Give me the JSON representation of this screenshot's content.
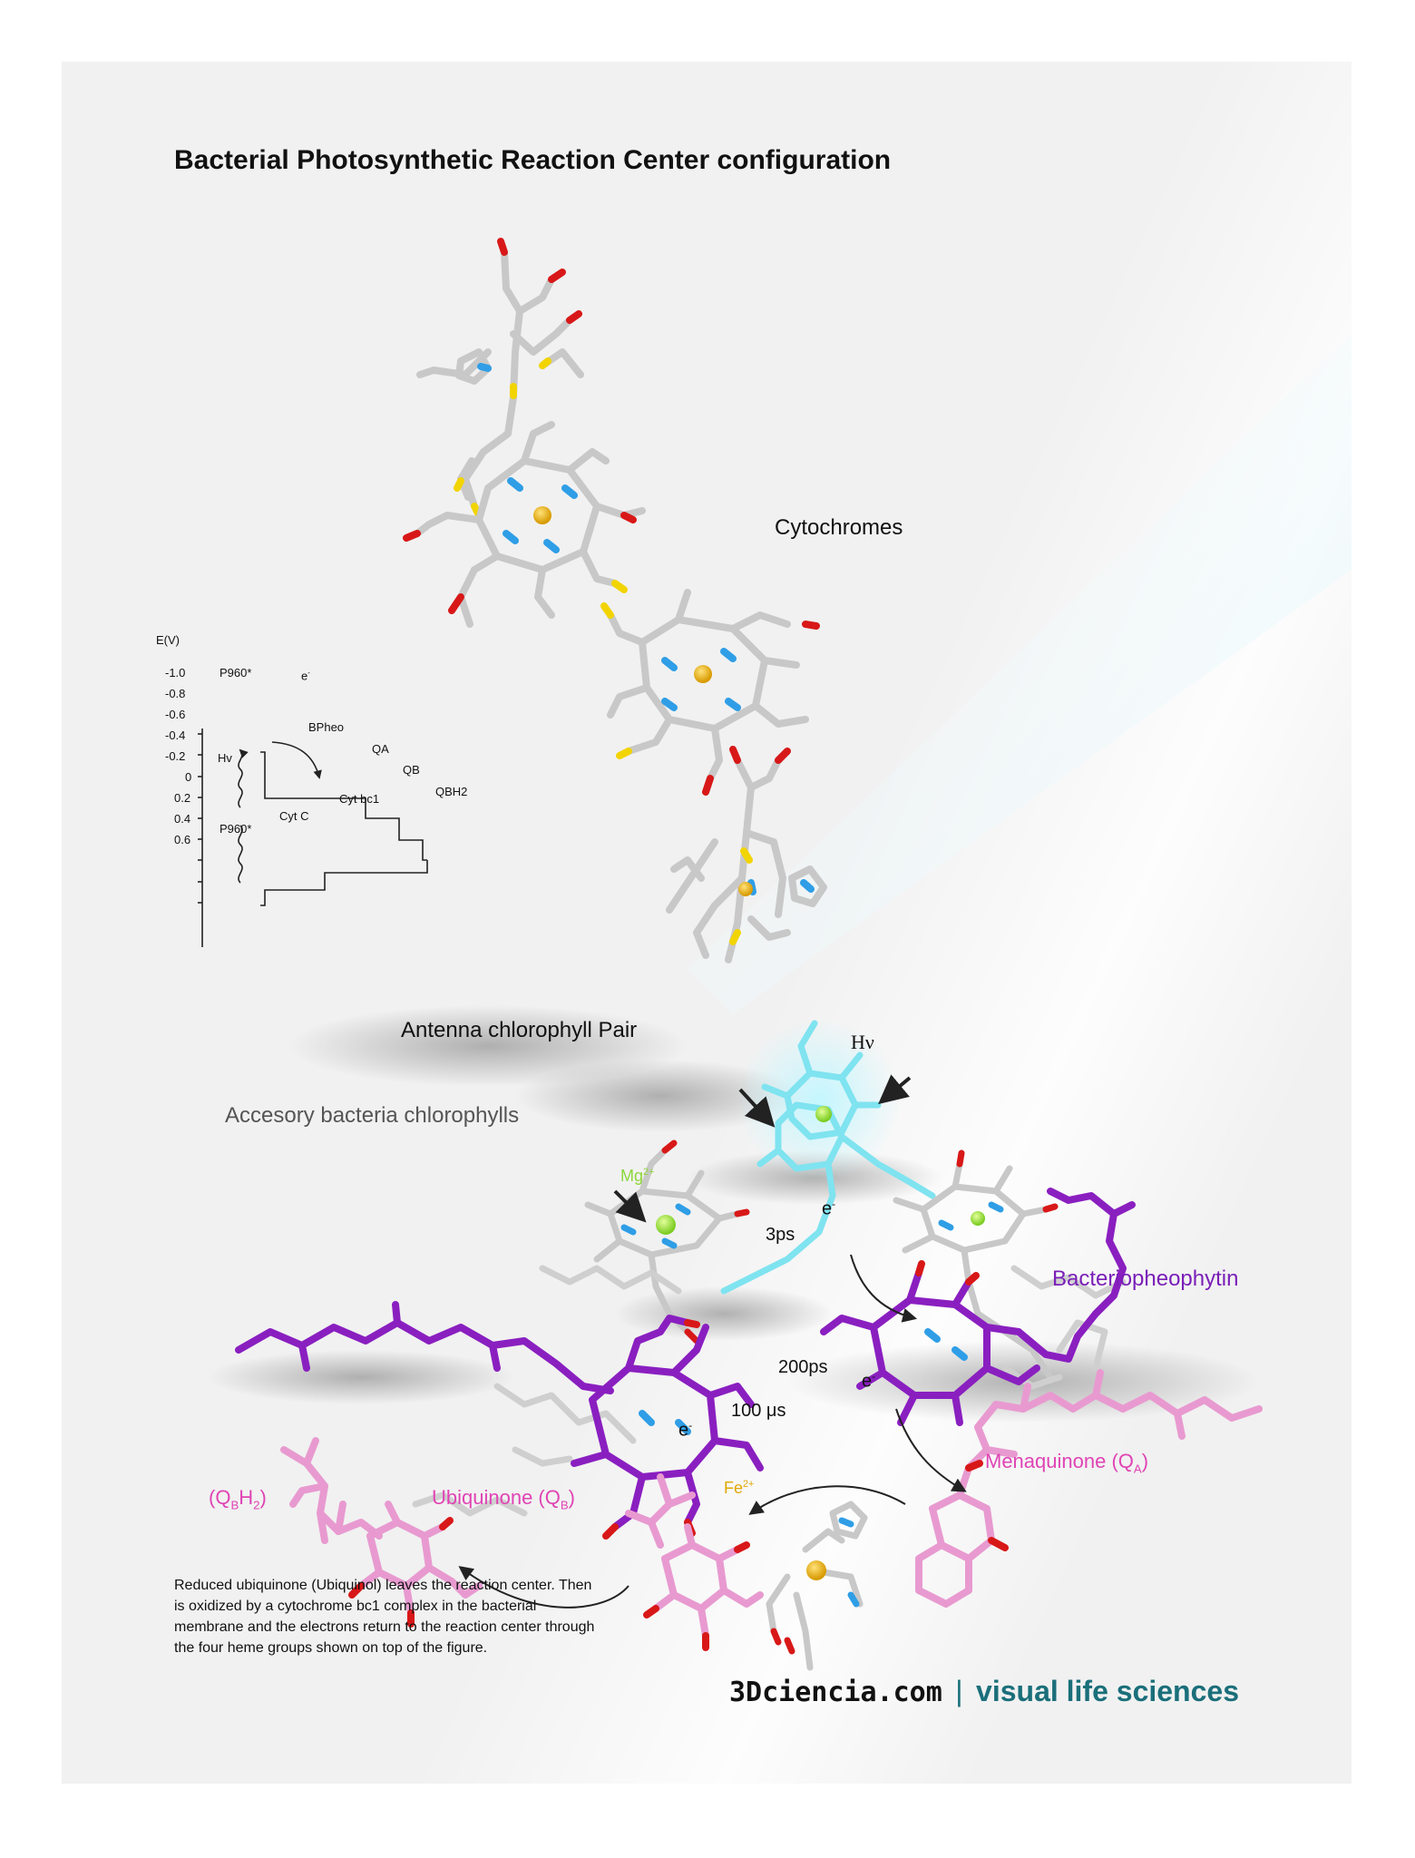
{
  "title": "Bacterial Photosynthetic Reaction Center configuration",
  "labels": {
    "cytochromes": "Cytochromes",
    "antenna": "Antenna chlorophyll Pair",
    "hv_photon": "Hν",
    "accessory": "Accesory bacteria chlorophylls",
    "mg": "Mg",
    "mg_charge": "2+",
    "bacteriopheophytin": "Bacteriopheophytin",
    "menaquinone": "Menaquinone (Q",
    "menaquinone_sub": "A",
    "ubiquinone": "Ubiquinone (Q",
    "ubiquinone_sub": "B",
    "qbh2_open": "(Q",
    "qbh2_sub": "B",
    "qbh2_h": "H",
    "qbh2_two": "2",
    "fe": "Fe",
    "fe_charge": "2+",
    "t_3ps": "3ps",
    "t_200ps": "200ps",
    "t_100us": "100 μs",
    "e_minus": "e",
    "minus": "-"
  },
  "description": "Reduced ubiquinone (Ubiquinol) leaves the reaction center. Then is oxidized by a cytochrome bc1 complex in the bacterial membrane and the electrons return to the reaction center through the four heme groups shown on top of the figure.",
  "brand": {
    "site": "3Dciencia.com",
    "separator": "|",
    "tagline": "visual life sciences"
  },
  "energy_diagram": {
    "axis_label": "E(V)",
    "ticks": [
      "-1.0",
      "-0.8",
      "-0.6",
      "-0.4",
      "-0.2",
      "0",
      "0.2",
      "0.4",
      "0.6"
    ],
    "p960_top": "P960*",
    "p960_bottom": "P960*",
    "e_label": "e",
    "e_sup": "-",
    "hv": "Hv",
    "steps": {
      "bpheo": "BPheo",
      "qa": "QA",
      "qb": "QB",
      "qbh2": "QBH2",
      "cytbc1": "Cyt bc1",
      "cytc": "Cyt C"
    }
  },
  "colors": {
    "background": "#f1f1f1",
    "carbon": "#c8c8c8",
    "nitrogen": "#2f9ee6",
    "oxygen": "#d81818",
    "sulfur": "#f2d400",
    "iron": "#f0b400",
    "magnesium": "#9be63c",
    "bacteriopheophytin": "#8a1fc0",
    "quinone": "#e89ad0",
    "antenna": "#7fe3f0",
    "brand_teal": "#1a6f7a"
  }
}
